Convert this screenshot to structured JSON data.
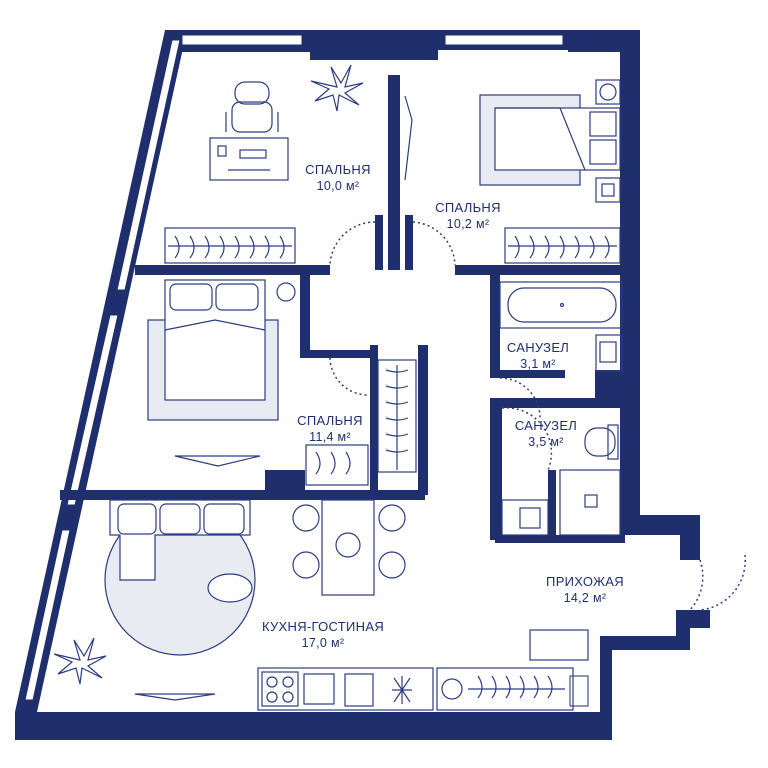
{
  "colors": {
    "wall": "#1f2f6e",
    "line": "#2b3c80",
    "floor_fill": "#ffffff",
    "rug": "#e9ebf3",
    "window": "#ffffff"
  },
  "rooms": [
    {
      "id": "bedroom-1",
      "name": "СПАЛЬНЯ",
      "area": "10,0 м²"
    },
    {
      "id": "bedroom-2",
      "name": "СПАЛЬНЯ",
      "area": "10,2 м²"
    },
    {
      "id": "bathroom-1",
      "name": "САНУЗЕЛ",
      "area": "3,1 м²"
    },
    {
      "id": "bathroom-2",
      "name": "САНУЗЕЛ",
      "area": "3,5 м²"
    },
    {
      "id": "bedroom-3",
      "name": "СПАЛЬНЯ",
      "area": "11,4 м²"
    },
    {
      "id": "hallway",
      "name": "ПРИХОЖАЯ",
      "area": "14,2 м²"
    },
    {
      "id": "kitchen-living",
      "name": "КУХНЯ-ГОСТИНАЯ",
      "area": "17,0 м²"
    }
  ],
  "icons": [
    "desk-chair-icon",
    "plant-icon",
    "bed-icon",
    "wardrobe-icon",
    "bathtub-icon",
    "sink-icon",
    "toilet-icon",
    "washing-machine-icon",
    "sofa-icon",
    "dining-table-icon",
    "stove-icon",
    "door-swing-icon",
    "window-icon"
  ]
}
